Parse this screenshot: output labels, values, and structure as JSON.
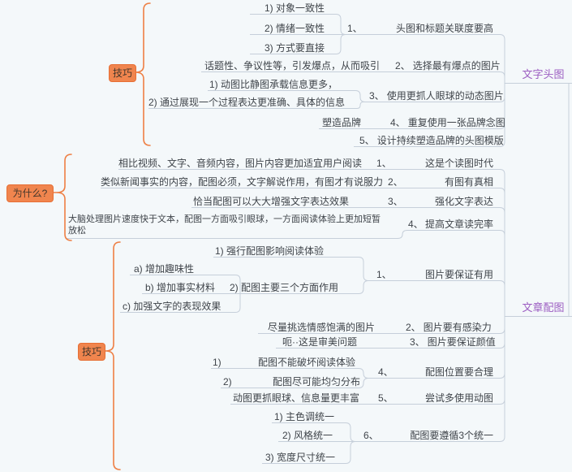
{
  "canvas": {
    "background": "#f4f8fa",
    "line_color": "#c6cfda",
    "text_color": "#3f444a",
    "accent_orange": "#f0854e",
    "accent_purple": "#9c5ec2"
  },
  "toutu": {
    "topic": "文字头图",
    "summary": "技巧",
    "items": [
      {
        "num": "1、",
        "label": "头图和标题关联度要高"
      },
      {
        "num": "2、",
        "label": "选择最有爆点的图片"
      },
      {
        "num": "3、",
        "label": "使用更抓人眼球的动态图片"
      },
      {
        "num": "4、",
        "label": "重复使用一张品牌念图"
      },
      {
        "num": "5、",
        "label": "设计持续塑造品牌的头图模版"
      }
    ],
    "details": {
      "d1a": "1) 对象一致性",
      "d1b": "2) 情绪一致性",
      "d1c": "3) 方式要直接",
      "d2a": "话题性、争议性等，引发爆点，从而吸引",
      "d3a": "1) 动图比静图承载信息更多，",
      "d3b": "2) 通过展现一个过程表达更准确、具体的信息",
      "d4a": "塑造品牌"
    }
  },
  "peitu": {
    "topic": "文章配图",
    "why": {
      "summary": "为什么?",
      "items": [
        {
          "num": "1、",
          "label": "这是个读图时代"
        },
        {
          "num": "2、",
          "label": "有图有真相"
        },
        {
          "num": "3、",
          "label": "强化文字表达"
        },
        {
          "num": "4、",
          "label": "提高文章读完率"
        }
      ],
      "details": {
        "wd1": "相比视频、文字、音频内容，图片内容更加适宜用户阅读",
        "wd2": "类似新闻事实的内容，配图必须，文字解说作用，有图才有说服力",
        "wd3": "恰当配图可以大大增强文字表达效果",
        "wd4": "大脑处理图片速度快于文本，配图一方面吸引眼球，一方面阅读体验上更加短暂\n放松"
      }
    },
    "skills": {
      "summary": "技巧",
      "items": [
        {
          "num": "1、",
          "label": "图片要保证有用"
        },
        {
          "num": "2、",
          "label": "图片要有感染力"
        },
        {
          "num": "3、",
          "label": "图片要保证颜值"
        },
        {
          "num": "4、",
          "label": "配图位置要合理"
        },
        {
          "num": "5、",
          "label": "尝试多使用动图"
        },
        {
          "num": "6、",
          "label": "配图要遵循3个统一"
        }
      ],
      "details": {
        "u1a": "1) 强行配图影响阅读体验",
        "u1b": "2) 配图主要三个方面作用",
        "u1b1": "a) 增加趣味性",
        "u1b2": "b) 增加事实材料",
        "u1b3": "c) 加强文字的表现效果",
        "u2a": "尽量挑选情感饱满的图片",
        "u3a": "呃··这是审美问题",
        "u4a": {
          "num": "1)",
          "label": "配图不能破坏阅读体验"
        },
        "u4b": {
          "num": "2)",
          "label": "配图尽可能均匀分布"
        },
        "u5a": "动图更抓眼球、信息量更丰富",
        "u6a": "1) 主色调统一",
        "u6b": "2) 风格统一",
        "u6c": "3) 宽度尺寸统一"
      }
    }
  }
}
